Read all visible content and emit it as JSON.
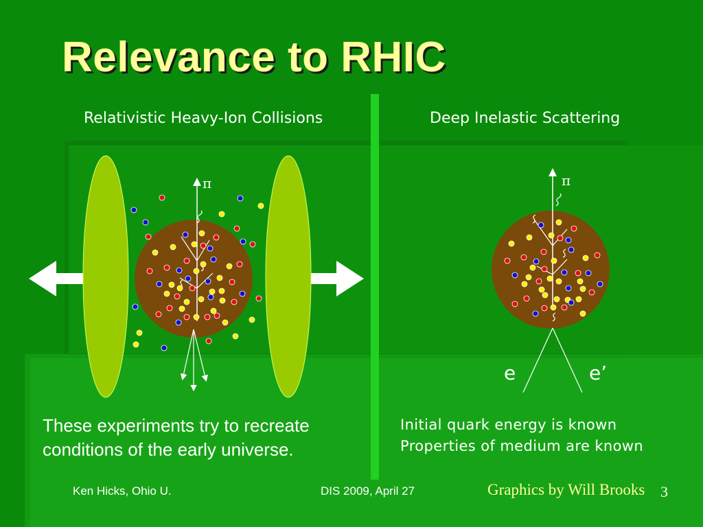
{
  "slide": {
    "title": "Relevance to RHIC",
    "left_heading": "Relativistic Heavy-Ion Collisions",
    "right_heading": "Deep Inelastic Scattering",
    "left_caption": [
      "These experiments try to recreate",
      "conditions of the early universe."
    ],
    "right_caption": [
      "Initial quark energy is known",
      "Properties of medium are known"
    ],
    "footer_left": "Ken Hicks, Ohio U.",
    "footer_center": "DIS 2009, April 27",
    "credit": "Graphics by Will Brooks",
    "page_number": "3"
  },
  "diagram": {
    "left_pion_label": "π",
    "right_pion_label": "π",
    "electron_in_label": "e",
    "electron_out_label": "e’",
    "colors": {
      "background": "#0a8a0a",
      "nucleus_disk": "#99cc00",
      "medium": "#7a4a0a",
      "quark_red": "#e01010",
      "quark_blue": "#1010d0",
      "quark_yellow": "#ffee00",
      "title": "#ffff99",
      "divider": "#22d022"
    }
  }
}
